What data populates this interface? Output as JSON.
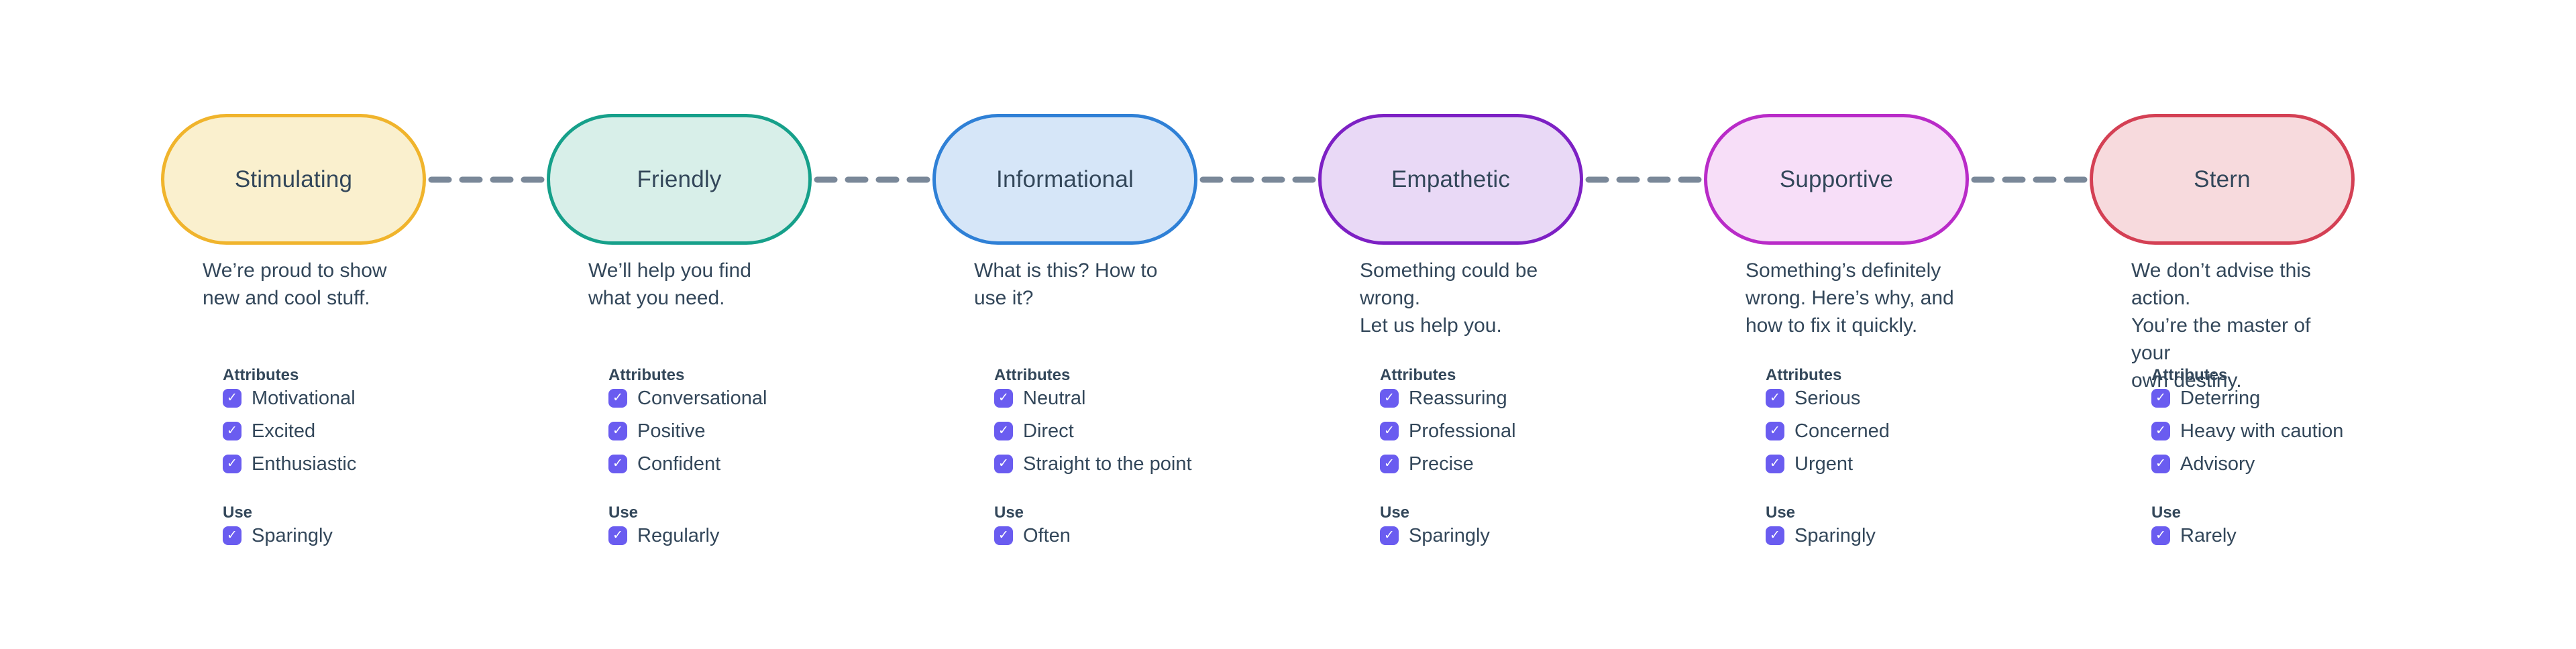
{
  "theme": {
    "background": "#ffffff",
    "text-color": "#33475a",
    "heading-color": "#33475a",
    "checkbox-color": "#6a5cf0",
    "dash-color": "#7a8899"
  },
  "section_labels": {
    "attributes": "Attributes",
    "use": "Use"
  },
  "icons": {
    "checkmark": "✓"
  },
  "nodes": [
    {
      "title": "Stimulating",
      "border_color": "#f0b42c",
      "fill_color": "#faf0ce",
      "description": "We’re proud to show\nnew and cool stuff.",
      "attributes": [
        "Motivational",
        "Excited",
        "Enthusiastic"
      ],
      "use": "Sparingly"
    },
    {
      "title": "Friendly",
      "border_color": "#16a08a",
      "fill_color": "#d8efe9",
      "description": "We’ll help you find\nwhat you need.",
      "attributes": [
        "Conversational",
        "Positive",
        "Confident"
      ],
      "use": "Regularly"
    },
    {
      "title": "Informational",
      "border_color": "#2f80d6",
      "fill_color": "#d6e6f8",
      "description": "What is this? How to\nuse it?",
      "attributes": [
        "Neutral",
        "Direct",
        "Straight to the point"
      ],
      "use": "Often"
    },
    {
      "title": "Empathetic",
      "border_color": "#7d20c4",
      "fill_color": "#e9d9f6",
      "description": "Something could be wrong.\nLet us help you.",
      "attributes": [
        "Reassuring",
        "Professional",
        "Precise"
      ],
      "use": "Sparingly"
    },
    {
      "title": "Supportive",
      "border_color": "#b92bc8",
      "fill_color": "#f7def8",
      "description": "Something’s definitely\nwrong. Here’s why, and\nhow to fix it quickly.",
      "attributes": [
        "Serious",
        "Concerned",
        "Urgent"
      ],
      "use": "Sparingly"
    },
    {
      "title": "Stern",
      "border_color": "#d44054",
      "fill_color": "#f7dadd",
      "description": "We don’t advise this action.\nYou’re the master of your\nown destiny.",
      "attributes": [
        "Deterring",
        "Heavy with caution",
        "Advisory"
      ],
      "use": "Rarely"
    }
  ]
}
